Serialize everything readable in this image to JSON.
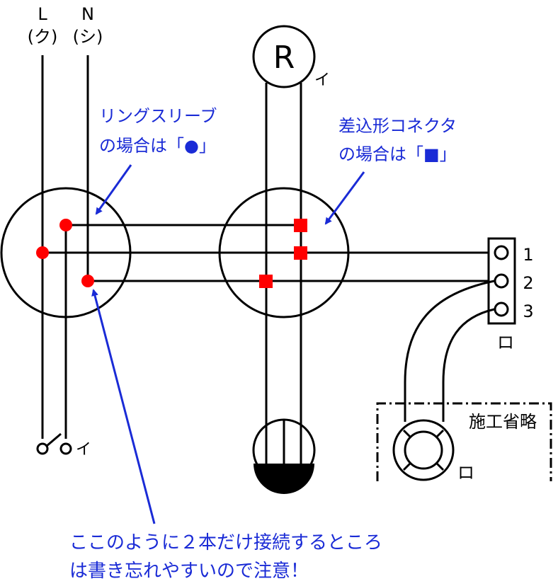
{
  "supply": {
    "line_label": "L",
    "line_sub": "(ク)",
    "neutral_label": "N",
    "neutral_sub": "(シ)"
  },
  "fixtures": {
    "receptacle_letter": "R",
    "receptacle_switch_tag": "イ",
    "switch_tag": "イ",
    "lamp_tag": "ロ",
    "terminal_tag": "ロ",
    "omitted_label": "施工省略"
  },
  "terminals": [
    "1",
    "2",
    "3"
  ],
  "annotations": {
    "sleeve_line1": "リングスリーブ",
    "sleeve_line2": "の場合は「●」",
    "connector_line1": "差込形コネクタ",
    "connector_line2": "の場合は「■」",
    "note_line1": "ここのように２本だけ接続するところ",
    "note_line2": "は書き忘れやすいので注意！"
  },
  "colors": {
    "wire": "#000000",
    "marker": "#ff0000",
    "annotation": "#1a2bd6"
  }
}
